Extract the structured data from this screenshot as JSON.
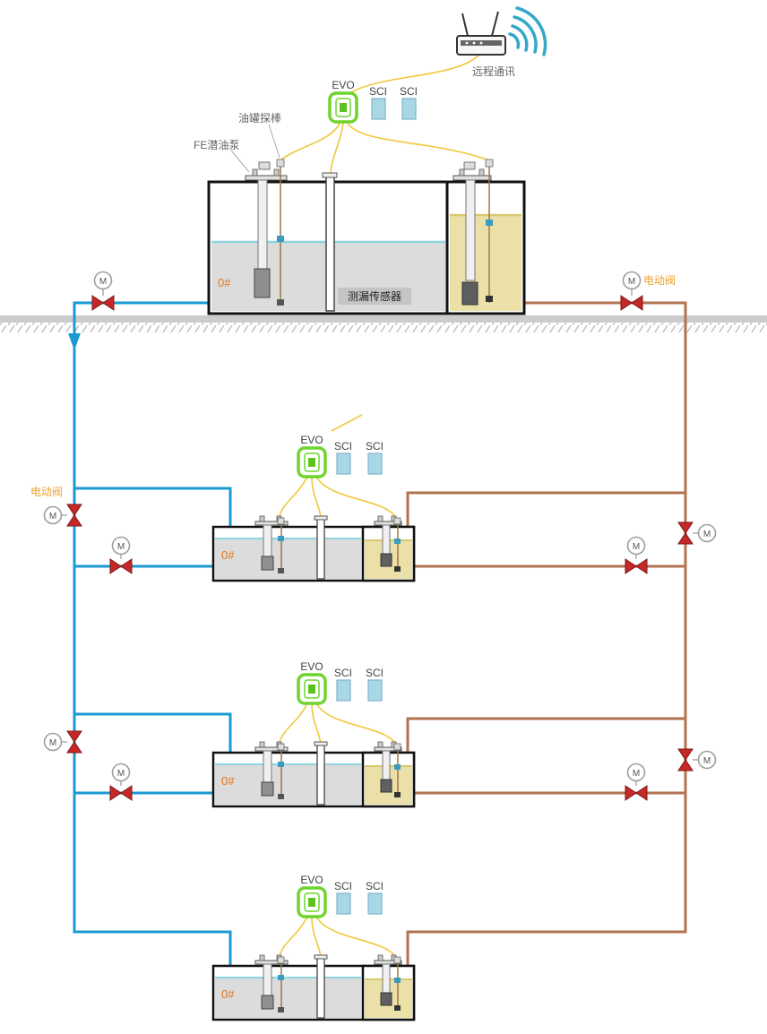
{
  "labels": {
    "remote_comm": "远程通讯",
    "evo": "EVO",
    "sci": "SCI",
    "tank_probe": "油罐探棒",
    "fe_pump": "FE潜油泵",
    "leak_sensor": "测漏传感器",
    "tank_grade": "0#",
    "electric_valve": "电动阀",
    "motor": "M"
  },
  "colors": {
    "pipe_blue": "#1B9AD2",
    "pipe_brown": "#B2734F",
    "wire_yellow": "#F2C73B",
    "valve_red": "#C62828",
    "evo_green": "#6FD42E",
    "sci_blue": "#A9D7E6",
    "tank_gray_fill": "#DCDCDC",
    "tank_tan_fill": "#EAE0A8",
    "water_line": "#8FD4DE",
    "ground_gray": "#CCCCCC",
    "label_orange": "#F0A029",
    "grade_orange": "#E0761F",
    "wifi_teal": "#35A8C8"
  }
}
